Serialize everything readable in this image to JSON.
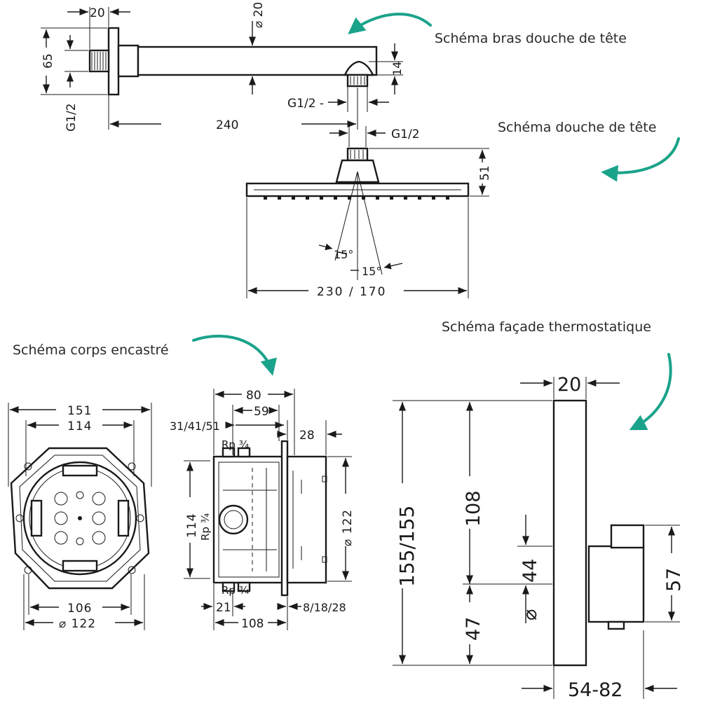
{
  "captions": {
    "shower_arm": "Schéma bras douche de tête",
    "head_shower": "Schéma douche de tête",
    "thermostat_facade": "Schéma façade thermostatique",
    "concealed_body": "Schéma corps encastré"
  },
  "colors": {
    "accent": "#1aa38a",
    "line": "#1a1a1a"
  },
  "shower_arm": {
    "dims": {
      "width_flange": "20",
      "diameter": "⌀ 20",
      "height_flange": "65",
      "thread_left": "G1/2",
      "length": "240",
      "outlet_height": "14",
      "outlet_thread": "G1/2 -"
    }
  },
  "head_shower": {
    "dims": {
      "thread": "G1/2",
      "height": "51",
      "angle_left": "15°",
      "angle_right": "15°",
      "width": "230 / 170"
    }
  },
  "concealed_body": {
    "front": {
      "outer": "151",
      "inner": "114",
      "bottom_inner": "106",
      "bottom_diameter": "⌀ 122"
    },
    "side": {
      "depth_80": "80",
      "depth_59": "59",
      "depth_var": "31/41/51",
      "offset_28": "28",
      "thread_top": "Rp ¾",
      "height_114": "114",
      "thread_side": "Rp ¾",
      "thread_bottom": "Rp ¾",
      "diameter_122": "⌀ 122",
      "offset_21": "21",
      "depth_108": "108",
      "cover_var": "8/18/28"
    }
  },
  "thermostat": {
    "dims": {
      "thickness": "20",
      "total_height": "155/155",
      "height_108": "108",
      "height_44": "44",
      "diameter_mark": "⌀",
      "height_47": "47",
      "height_57": "57",
      "projection": "54-82"
    }
  }
}
